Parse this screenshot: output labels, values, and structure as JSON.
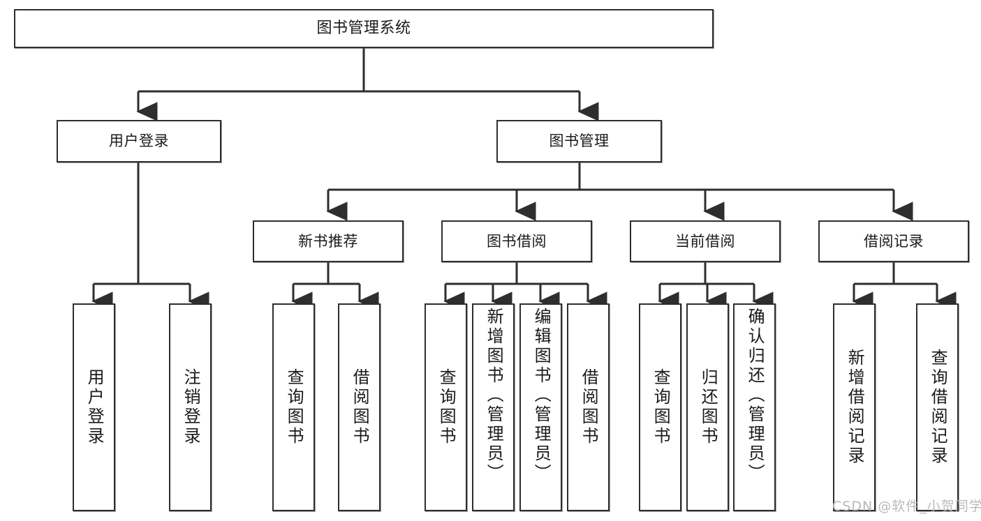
{
  "diagram": {
    "type": "tree-hierarchy-chart",
    "root": {
      "label": "图书管理系统"
    },
    "level2": [
      {
        "label": "用户登录"
      },
      {
        "label": "图书管理"
      }
    ],
    "level3": [
      {
        "label": "新书推荐"
      },
      {
        "label": "图书借阅"
      },
      {
        "label": "当前借阅"
      },
      {
        "label": "借阅记录"
      }
    ],
    "leaves": {
      "user_login": [
        {
          "label": "用户登录"
        },
        {
          "label": "注销登录"
        }
      ],
      "new_book_recommend": [
        {
          "label": "查询图书"
        },
        {
          "label": "借阅图书"
        }
      ],
      "book_borrow": [
        {
          "label": "查询图书"
        },
        {
          "label": "新增图书（管理员）"
        },
        {
          "label": "编辑图书（管理员）"
        },
        {
          "label": "借阅图书"
        }
      ],
      "current_borrow": [
        {
          "label": "查询图书"
        },
        {
          "label": "归还图书"
        },
        {
          "label": "确认归还（管理员）"
        }
      ],
      "borrow_record": [
        {
          "label": "新增借阅记录"
        },
        {
          "label": "查询借阅记录"
        }
      ]
    }
  },
  "watermark": {
    "text": "CSDN @软件_小贺同学"
  },
  "colors": {
    "stroke": "#2e2e2e",
    "fill": "#ffffff",
    "text": "#1a1a1a",
    "watermark": "#b9b9b9"
  }
}
